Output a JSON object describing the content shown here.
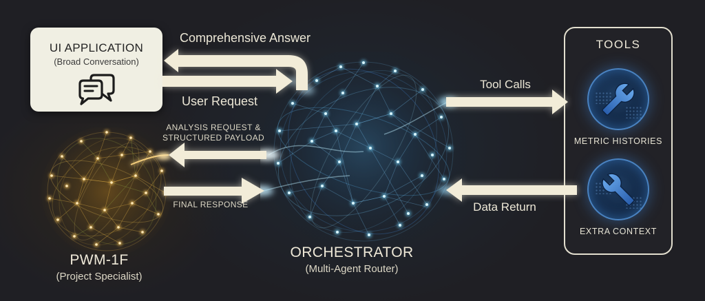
{
  "colors": {
    "background": "#1f1f24",
    "arrow_cream": "#f2ecd8",
    "card_cream": "#f0efe3",
    "tools_border": "#e3dfcf",
    "icon_blue": "#4a8fdf",
    "orchestrator_cyan": "#54c8f0",
    "pwm_gold": "#e8b84b"
  },
  "ui_application": {
    "title": "UI APPLICATION",
    "subtitle": "(Broad Conversation)",
    "icon": "chat-bubbles-icon"
  },
  "pwm_agent": {
    "title": "PWM-1F",
    "subtitle": "(Project Specialist)"
  },
  "orchestrator": {
    "title": "ORCHESTRATOR",
    "subtitle": "(Multi-Agent Router)"
  },
  "tools_panel": {
    "title": "TOOLS",
    "items": [
      {
        "label": "METRIC HISTORIES",
        "icon": "wrench-icon"
      },
      {
        "label": "EXTRA CONTEXT",
        "icon": "wrench-icon"
      }
    ]
  },
  "flows": {
    "comprehensive_answer": {
      "label": "Comprehensive Answer",
      "direction": "left"
    },
    "user_request": {
      "label": "User Request",
      "direction": "right"
    },
    "analysis_request": {
      "label_line1": "ANALYSIS REQUEST &",
      "label_line2": "STRUCTURED PAYLOAD",
      "direction": "left"
    },
    "final_response": {
      "label": "FINAL RESPONSE",
      "direction": "right"
    },
    "tool_calls": {
      "label": "Tool Calls",
      "direction": "right"
    },
    "data_return": {
      "label": "Data Return",
      "direction": "left"
    }
  }
}
